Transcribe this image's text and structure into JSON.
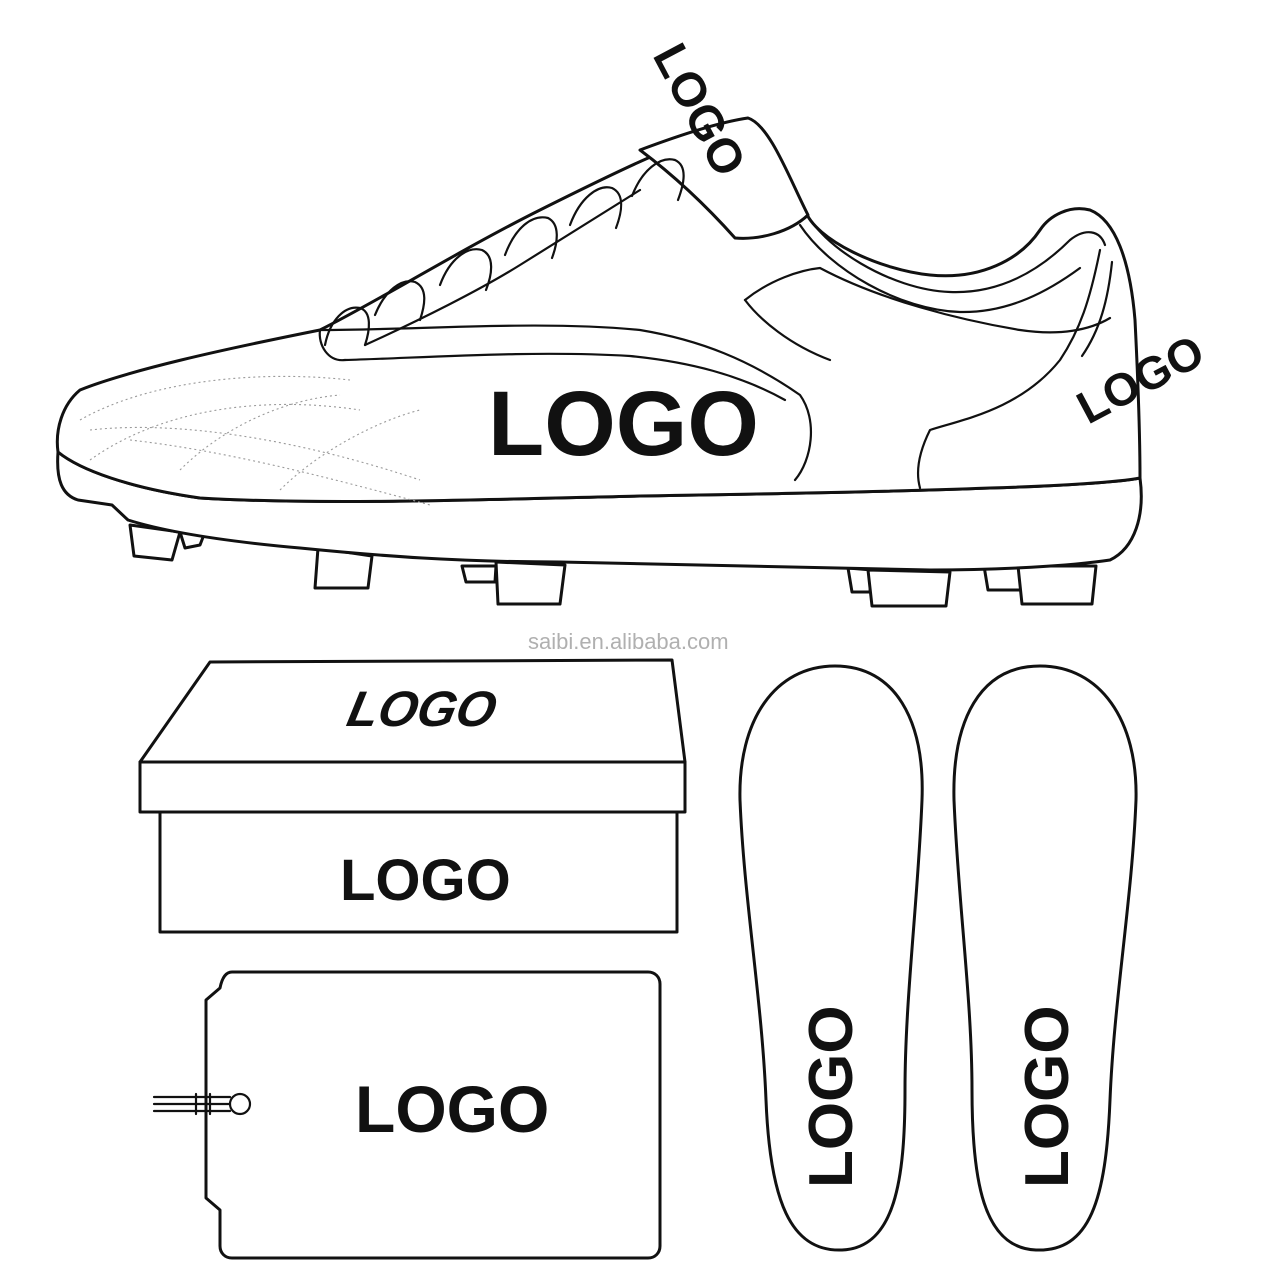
{
  "watermark": "saibi.en.alibaba.com",
  "shoe": {
    "tongue_logo": "LOGO",
    "side_logo": "LOGO",
    "heel_logo": "LOGO"
  },
  "shoebox": {
    "lid_logo": "LOGO",
    "front_logo": "LOGO"
  },
  "hang_tag": {
    "logo": "LOGO"
  },
  "insoles": {
    "left_logo": "LOGO",
    "right_logo": "LOGO"
  }
}
